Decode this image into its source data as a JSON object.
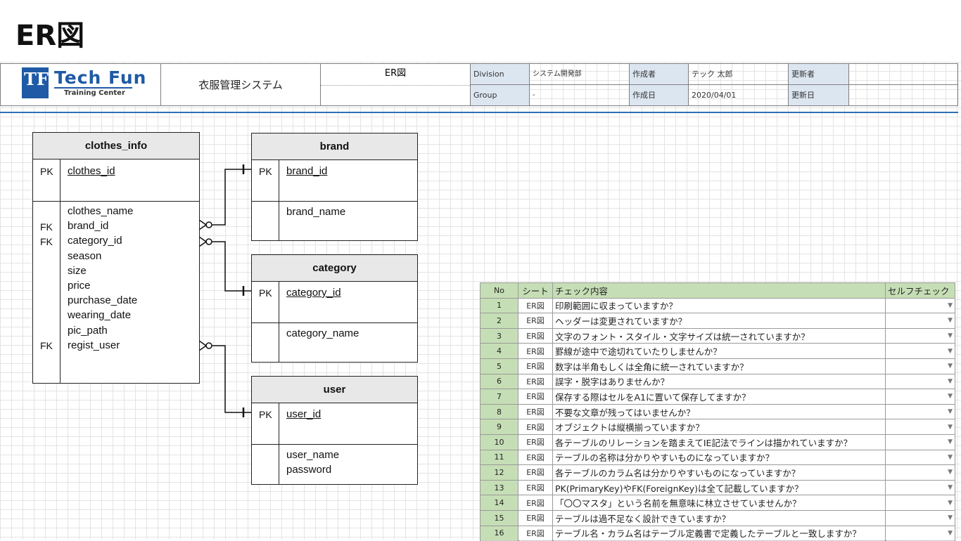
{
  "page_title": "ER図",
  "header": {
    "logo": {
      "mark": "TF",
      "name": "Tech Fun",
      "sub": "Training Center"
    },
    "system_name": "衣服管理システム",
    "doc_type": "ER図",
    "division_label": "Division",
    "division_value": "システム開発部",
    "group_label": "Group",
    "group_value": "-",
    "author_label": "作成者",
    "author_value": "テック 太郎",
    "created_label": "作成日",
    "created_value": "2020/04/01",
    "updater_label": "更新者",
    "updater_value": "",
    "updated_label": "更新日",
    "updated_value": ""
  },
  "entities": {
    "clothes_info": {
      "name": "clothes_info",
      "pk": "PK",
      "pk_field": "clothes_id",
      "fk": "FK",
      "fields": [
        "clothes_name",
        "brand_id",
        "category_id",
        "season",
        "size",
        "price",
        "purchase_date",
        "wearing_date",
        "pic_path",
        "regist_user"
      ]
    },
    "brand": {
      "name": "brand",
      "pk": "PK",
      "pk_field": "brand_id",
      "fields": [
        "brand_name"
      ]
    },
    "category": {
      "name": "category",
      "pk": "PK",
      "pk_field": "category_id",
      "fields": [
        "category_name"
      ]
    },
    "user": {
      "name": "user",
      "pk": "PK",
      "pk_field": "user_id",
      "fields": [
        "user_name",
        "password"
      ]
    }
  },
  "checklist": {
    "headers": {
      "no": "No",
      "sheet": "シート",
      "content": "チェック内容",
      "self": "セルフチェック"
    },
    "dropdown_glyph": "▼",
    "rows": [
      {
        "no": "1",
        "sheet": "ER図",
        "content": "印刷範囲に収まっていますか？"
      },
      {
        "no": "2",
        "sheet": "ER図",
        "content": "ヘッダーは変更されていますか？"
      },
      {
        "no": "3",
        "sheet": "ER図",
        "content": "文字のフォント・スタイル・文字サイズは統一されていますか？"
      },
      {
        "no": "4",
        "sheet": "ER図",
        "content": "罫線が途中で途切れていたりしませんか？"
      },
      {
        "no": "5",
        "sheet": "ER図",
        "content": "数字は半角もしくは全角に統一されていますか？"
      },
      {
        "no": "6",
        "sheet": "ER図",
        "content": "誤字・脱字はありませんか？"
      },
      {
        "no": "7",
        "sheet": "ER図",
        "content": "保存する際はセルをA1に置いて保存してますか？"
      },
      {
        "no": "8",
        "sheet": "ER図",
        "content": "不要な文章が残ってはいませんか？"
      },
      {
        "no": "9",
        "sheet": "ER図",
        "content": "オブジェクトは縦横揃っていますか？"
      },
      {
        "no": "10",
        "sheet": "ER図",
        "content": "各テーブルのリレーションを踏まえてIE記法でラインは描かれていますか？"
      },
      {
        "no": "11",
        "sheet": "ER図",
        "content": "テーブルの名称は分かりやすいものになっていますか？"
      },
      {
        "no": "12",
        "sheet": "ER図",
        "content": "各テーブルのカラム名は分かりやすいものになっていますか？"
      },
      {
        "no": "13",
        "sheet": "ER図",
        "content": "PK(PrimaryKey)やFK(ForeignKey)は全て記載していますか？"
      },
      {
        "no": "14",
        "sheet": "ER図",
        "content": "「〇〇マスタ」という名前を無意味に林立させていませんか？"
      },
      {
        "no": "15",
        "sheet": "ER図",
        "content": "テーブルは過不足なく設計できていますか？"
      },
      {
        "no": "16",
        "sheet": "ER図",
        "content": "テーブル名・カラム名はテーブル定義書で定義したテーブルと一致しますか？"
      }
    ]
  }
}
